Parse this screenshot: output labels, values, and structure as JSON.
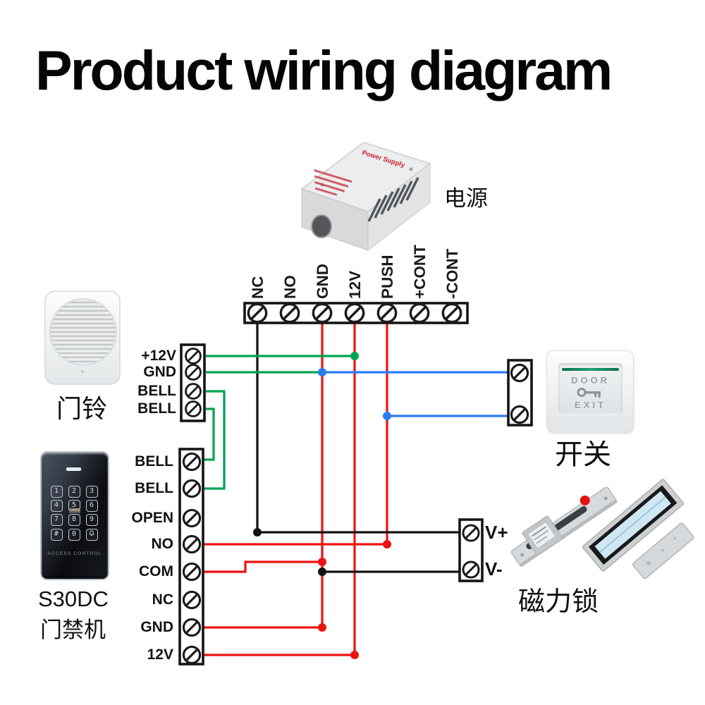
{
  "title": "Product wiring diagram",
  "power_supply": {
    "label": "电源",
    "print": "Power Supply"
  },
  "psu_block": {
    "terminals": [
      "NC",
      "NO",
      "GND",
      "12V",
      "PUSH",
      "+CONT",
      "-CONT"
    ]
  },
  "doorbell": {
    "label": "门铃",
    "block": {
      "terminals": [
        "+12V",
        "GND",
        "BELL",
        "BELL"
      ]
    }
  },
  "controller": {
    "model": "S30DC",
    "label": "门禁机",
    "panel_text": "ACCESS CONTROL",
    "card_tag": "CARD",
    "keys": [
      "1",
      "2",
      "3",
      "4",
      "5",
      "6",
      "7",
      "8",
      "9",
      "#",
      "0"
    ],
    "block": {
      "terminals": [
        "BELL",
        "BELL",
        "OPEN",
        "NO",
        "COM",
        "NC",
        "GND",
        "12V"
      ]
    }
  },
  "exit_button": {
    "label": "开关",
    "door": "DOOR",
    "exit": "EXIT"
  },
  "lock": {
    "label": "磁力锁",
    "block": {
      "terminals": [
        "V+",
        "V-"
      ]
    }
  },
  "wire_colors": {
    "red": "#ec1313",
    "green": "#00a44f",
    "blue": "#2b7bf3",
    "black": "#131313"
  }
}
